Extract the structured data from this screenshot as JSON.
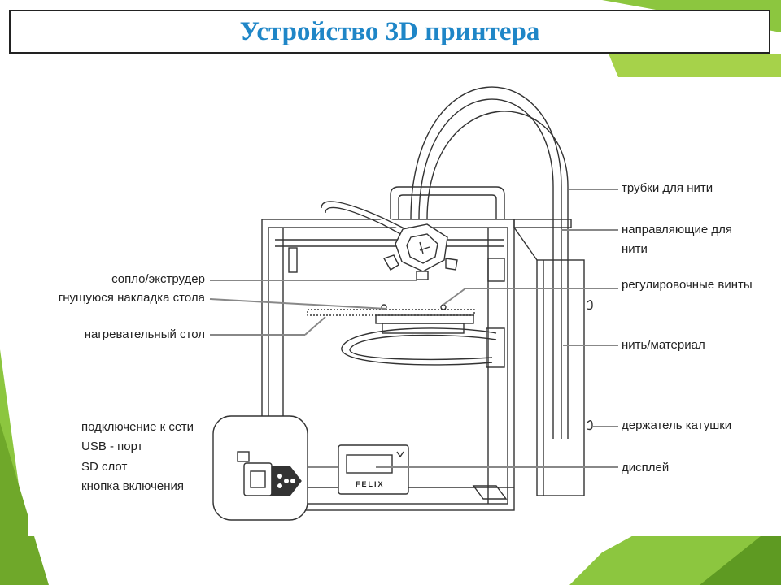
{
  "title": "Устройство 3D принтера",
  "labels": {
    "tubes": "трубки для нити",
    "guides_line1": "направляющие для",
    "guides_line2": "нити",
    "nozzle": "сопло/экструдер",
    "bed_cover": "гнущуюся накладка стола",
    "adjust_screws": "регулировочные винты",
    "heated_bed": "нагревательный стол",
    "filament": "нить/материал",
    "power_conn": "подключение к сети",
    "usb": "USB - порт",
    "sd": "SD слот",
    "power_button": "кнопка включения",
    "spool_holder": "держатель катушки",
    "display": "дисплей"
  },
  "brand": "FELIX",
  "colors": {
    "title": "#1f86c7",
    "green_light": "#a6d24a",
    "green_dark": "#6fa82a",
    "line": "#333333"
  }
}
